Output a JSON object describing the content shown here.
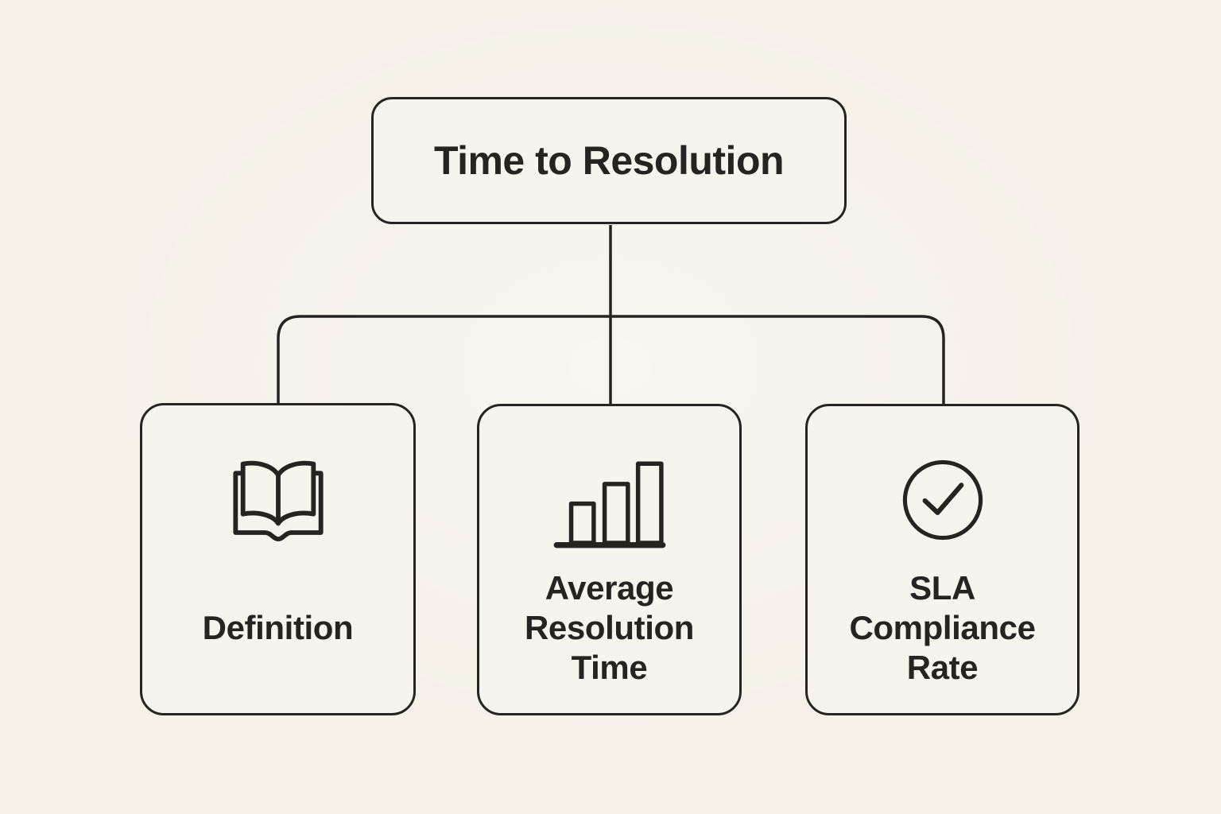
{
  "meta": {
    "type": "hierarchy-diagram",
    "title": "Time to Resolution"
  },
  "colors": {
    "page-bg": "#f5f1e9",
    "card-bg": "#f7f4ed",
    "ink": "#262420"
  },
  "diagram": {
    "root": {
      "label": "Time to Resolution"
    },
    "children": [
      {
        "label": "Definition",
        "icon": "open-book-icon"
      },
      {
        "label": "Average Resolution Time",
        "icon": "bar-chart-icon"
      },
      {
        "label": "SLA Compliance Rate",
        "icon": "check-circle-icon"
      }
    ]
  }
}
